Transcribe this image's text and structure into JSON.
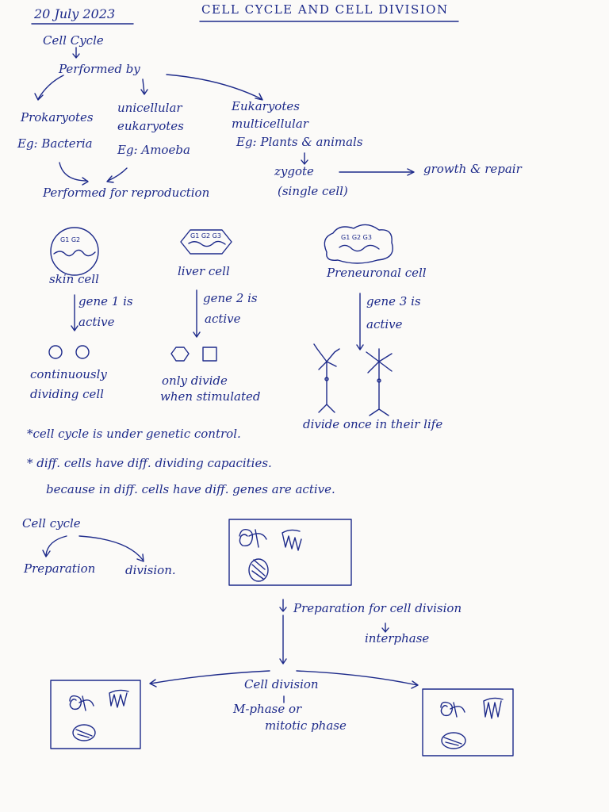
{
  "header": {
    "date": "20 July 2023",
    "title": "CELL CYCLE AND CELL DIVISION"
  },
  "tree": {
    "root": "Cell Cycle",
    "performed_by": "Performed by",
    "prokaryotes": "Prokaryotes",
    "prokaryotes_eg": "Eg: Bacteria",
    "unicellular_1": "unicellular",
    "unicellular_2": "eukaryotes",
    "unicellular_eg": "Eg: Amoeba",
    "eukaryotes_1": "Eukaryotes",
    "eukaryotes_2": "multicellular",
    "eukaryotes_eg": "Eg: Plants & animals",
    "zygote": "zygote",
    "single_cell": "(single cell)",
    "growth_repair": "growth & repair",
    "reproduction": "Performed for reproduction"
  },
  "cells": {
    "skin": {
      "phases": "G1 G2",
      "label": "skin cell",
      "gene_1": "gene 1 is",
      "gene_2": "active",
      "result_1": "continuously",
      "result_2": "dividing cell"
    },
    "liver": {
      "phases": "G1 G2 G3",
      "label": "liver cell",
      "gene_1": "gene 2 is",
      "gene_2": "active",
      "result_1": "only divide",
      "result_2": "when stimulated"
    },
    "preneuronal": {
      "phases": "G1 G2 G3",
      "label": "Preneuronal cell",
      "gene_1": "gene 3 is",
      "gene_2": "active",
      "result": "divide once in their life"
    }
  },
  "notes": {
    "note_1": "*cell cycle is under genetic control.",
    "note_2": "* diff. cells have diff. dividing capacities.",
    "note_3": "because in diff. cells have diff. genes are active."
  },
  "cycle": {
    "root": "Cell cycle",
    "preparation": "Preparation",
    "division": "division.",
    "prep_for_division": "Preparation for cell division",
    "interphase": "interphase",
    "cell_division": "Cell division",
    "m_phase_1": "M-phase or",
    "m_phase_2": "mitotic phase"
  },
  "ink_color": "#1d2a8a"
}
